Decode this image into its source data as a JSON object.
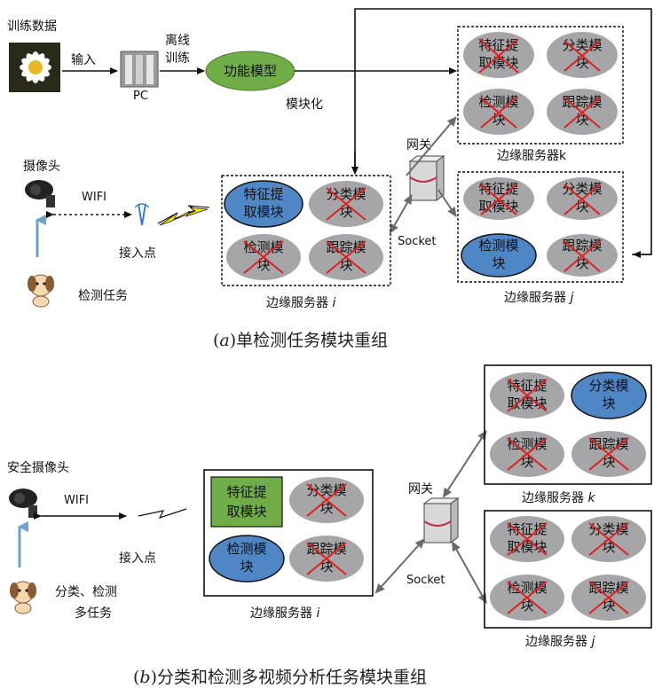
{
  "colors": {
    "gray_module": "#A6A6A8",
    "blue_module": "#4F86C6",
    "green_module": "#70AD47",
    "red_cross": "#E02020",
    "arrow_blue": "#6FA0D0",
    "arrow_gray": "#7F7F7F"
  },
  "a": {
    "training_data": "训练数据",
    "input": "输入",
    "pc": "PC",
    "offline_1": "离线",
    "offline_2": "训练",
    "function_model": "功能模型",
    "modularize": "模块化",
    "camera": "摄像头",
    "wifi": "WIFI",
    "access_point": "接入点",
    "detect_task": "检测任务",
    "gateway": "网关",
    "socket": "Socket",
    "server_i": "边缘服务器",
    "server_i_var": "i",
    "server_j": "边缘服务器",
    "server_j_var": "j",
    "server_k": "边缘服务器k",
    "caption_prefix": "(",
    "caption_letter": "a",
    "caption_rest": ")单检测任务模块重组"
  },
  "b": {
    "camera": "安全摄像头",
    "wifi": "WIFI",
    "access_point": "接入点",
    "task_1": "分类、检测",
    "task_2": "多任务",
    "gateway": "网关",
    "socket": "Socket",
    "server_i": "边缘服务器",
    "server_i_var": "i",
    "server_k": "边缘服务器",
    "server_k_var": "k",
    "server_j": "边缘服务器",
    "server_j_var": "j",
    "caption_prefix": "(",
    "caption_letter": "b",
    "caption_rest": ")分类和检测多视频分析任务模块重组"
  },
  "modules": {
    "feature_1": "特征提",
    "feature_2": "取模块",
    "classify_1": "分类模",
    "classify_2": "块",
    "detect_1": "检测模",
    "detect_2": "块",
    "track_1": "跟踪模",
    "track_2": "块"
  }
}
